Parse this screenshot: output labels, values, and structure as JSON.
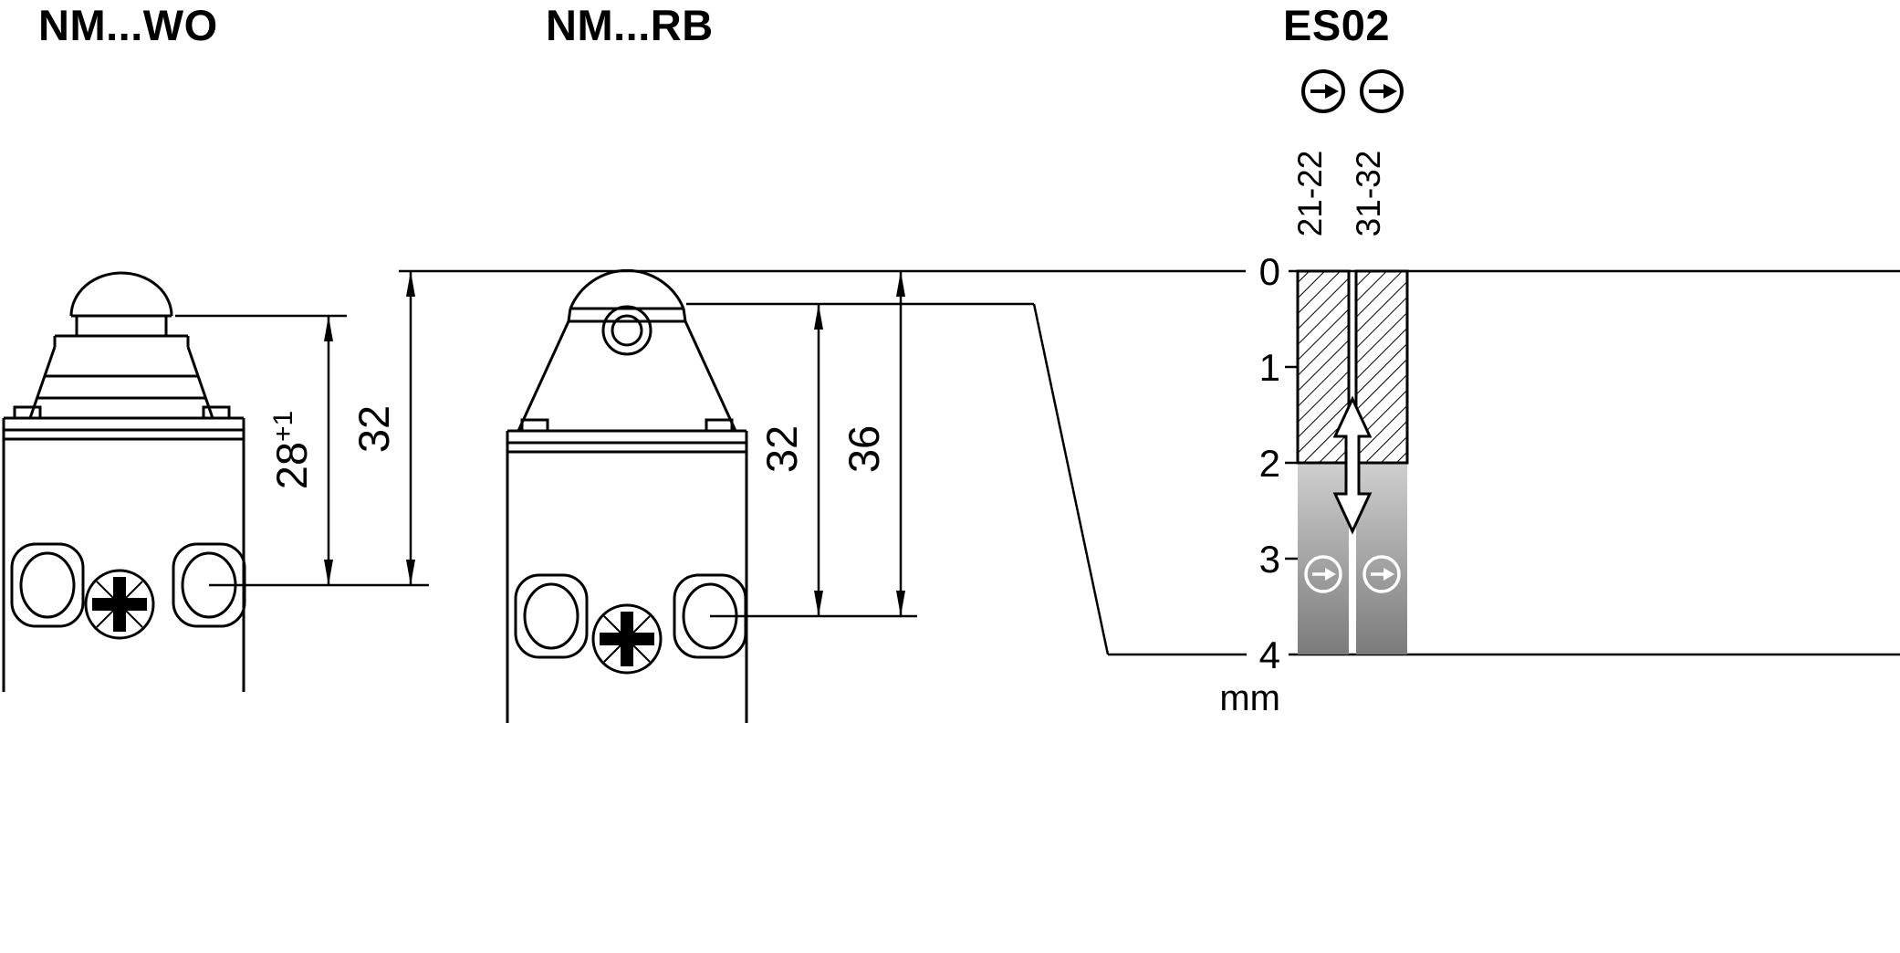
{
  "titles": {
    "wo": "NM...WO",
    "rb": "NM...RB",
    "es": "ES02"
  },
  "dimensions": {
    "wo_plunger_height": "28",
    "wo_plunger_height_tolerance": "+1",
    "wo_total_height": "32",
    "rb_operated_height": "32",
    "rb_total_height": "36"
  },
  "travel_diagram": {
    "contact_left": "21-22",
    "contact_right": "31-32",
    "scale_ticks": [
      "0",
      "1",
      "2",
      "3",
      "4"
    ],
    "unit": "mm",
    "icon": "positive-opening-arrow-icon"
  },
  "colors": {
    "line": "#000000",
    "gradient_top": "#cfcfcf",
    "gradient_bottom": "#7b7b7b",
    "background": "#ffffff"
  }
}
